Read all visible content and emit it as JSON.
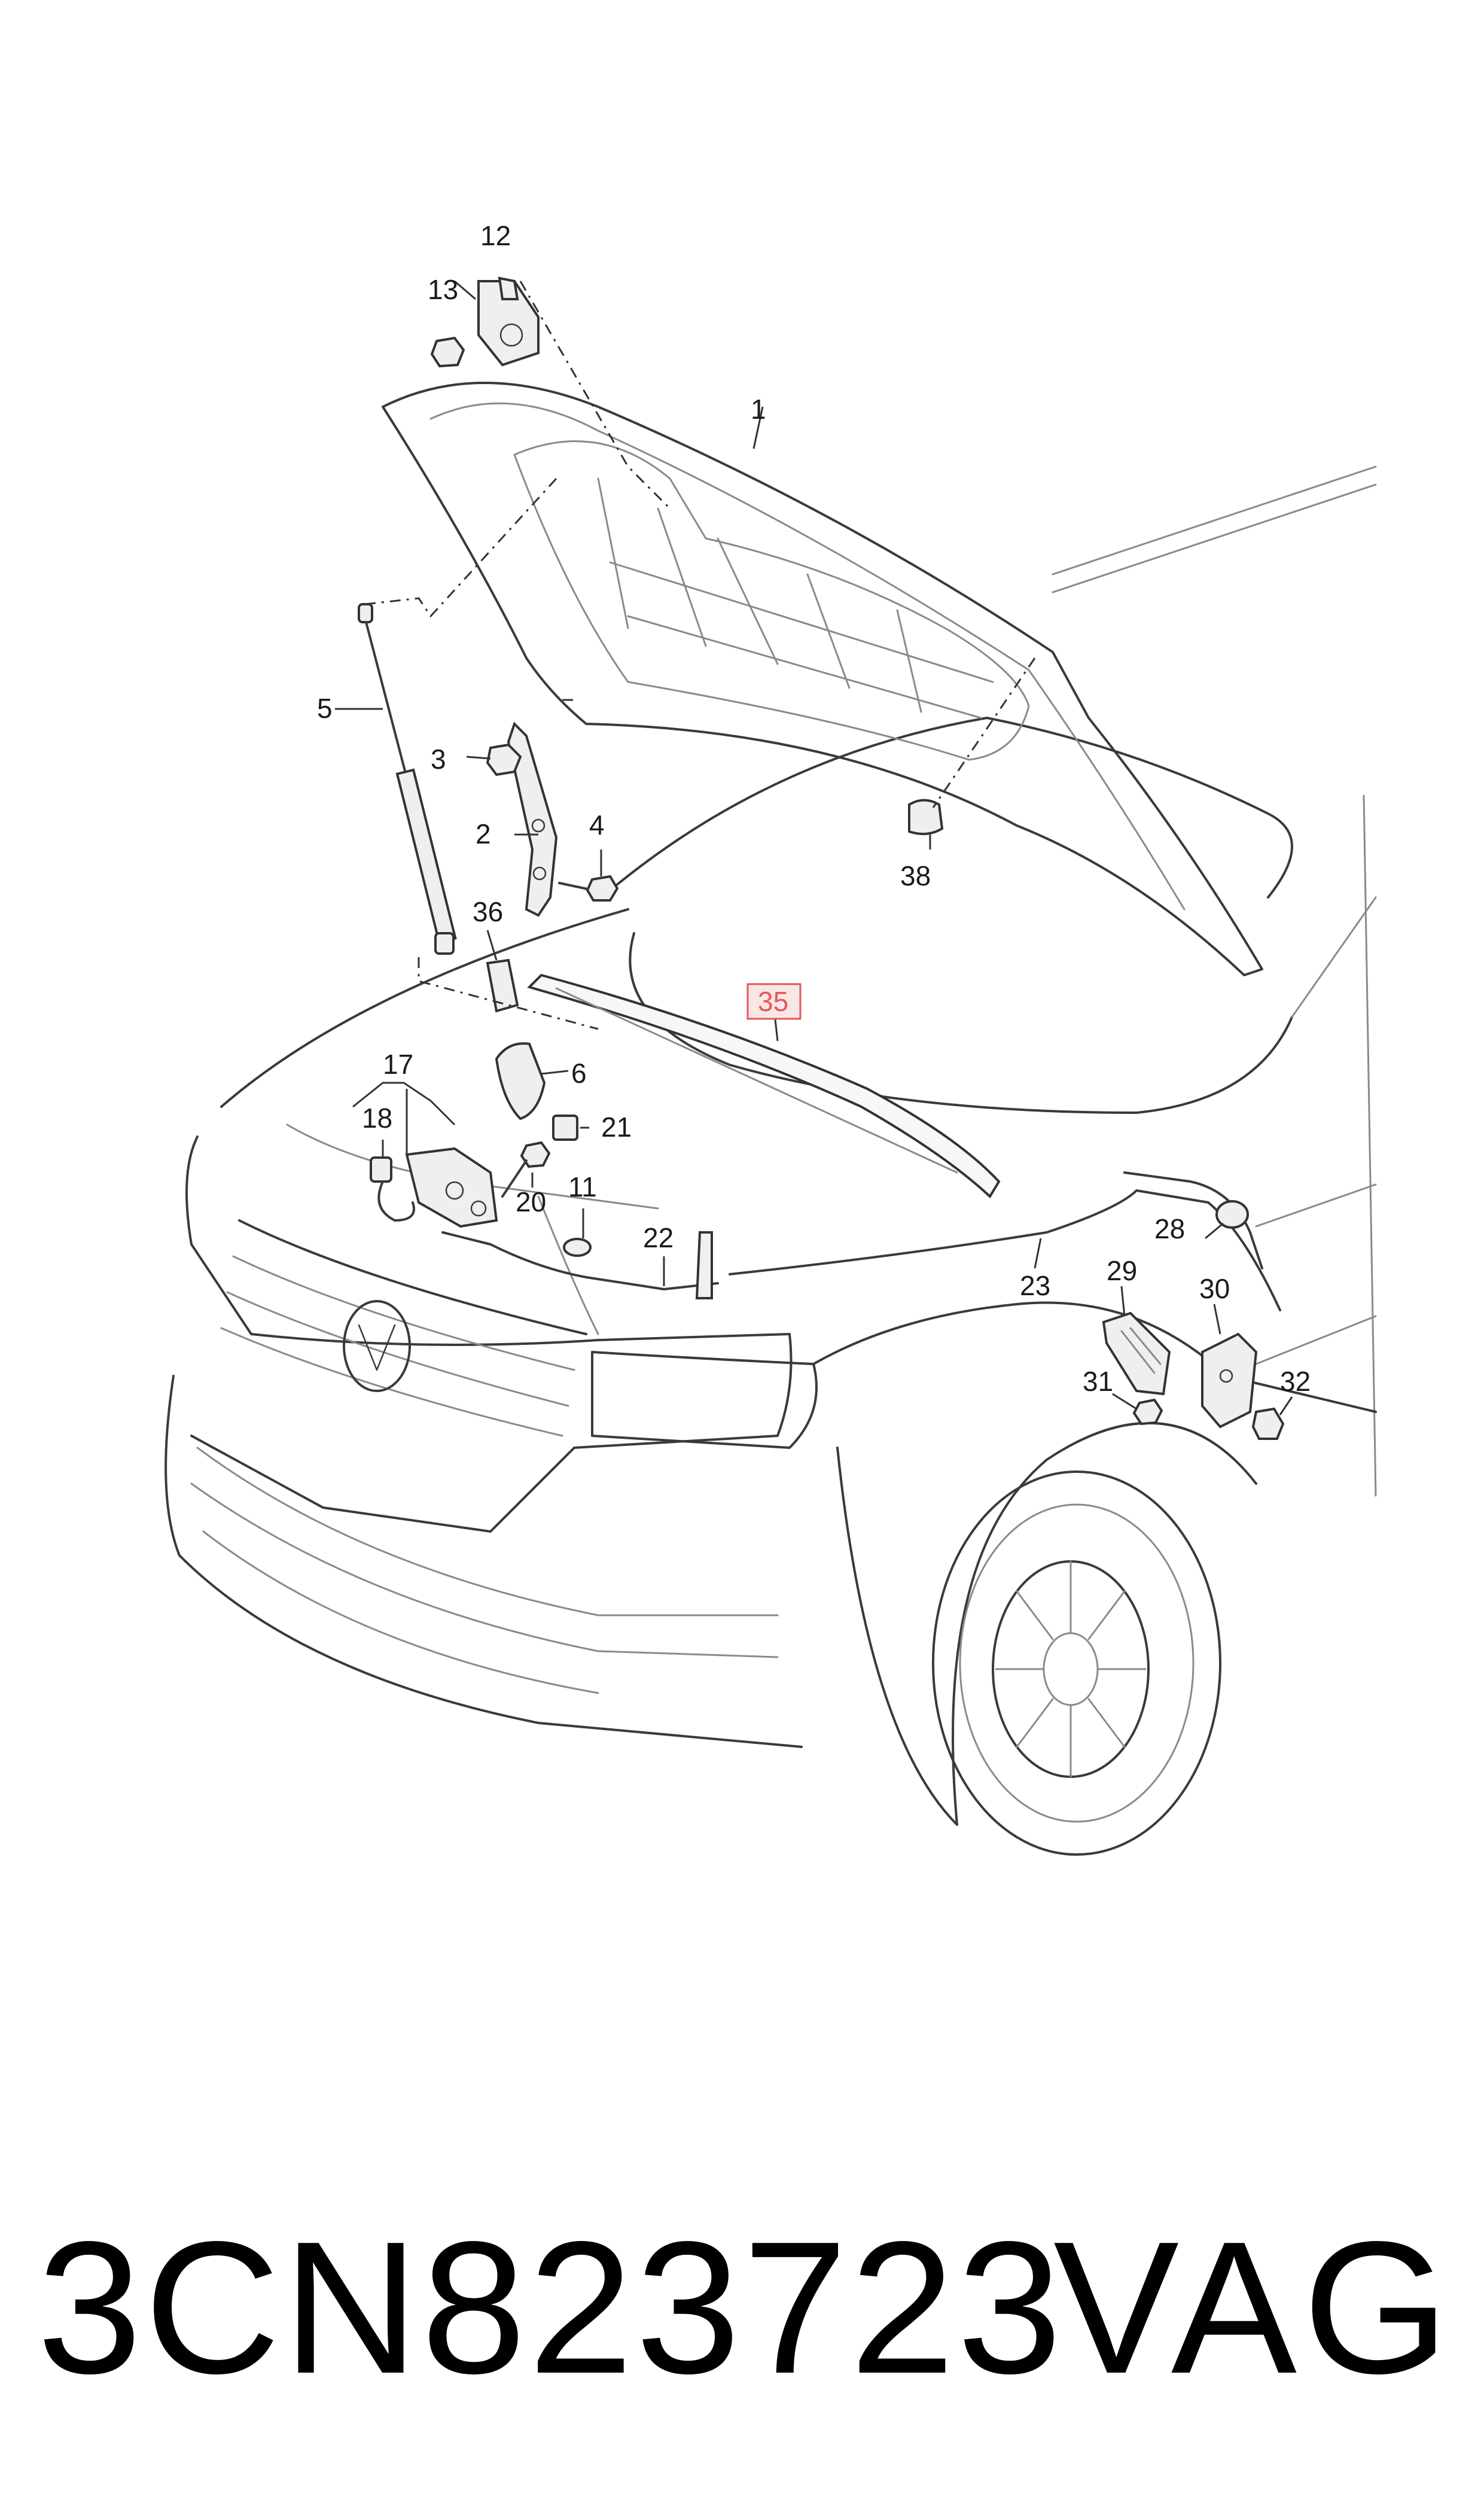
{
  "diagram": {
    "callouts": [
      "1",
      "2",
      "3",
      "4",
      "5",
      "6",
      "11",
      "12",
      "13",
      "17",
      "18",
      "20",
      "21",
      "22",
      "23",
      "28",
      "29",
      "30",
      "31",
      "32",
      "35",
      "36",
      "38"
    ],
    "highlighted_callout": "35",
    "highlight_color": "#e05a5a"
  },
  "footer": {
    "part_number": "3CN823723",
    "brand": "VAG"
  }
}
